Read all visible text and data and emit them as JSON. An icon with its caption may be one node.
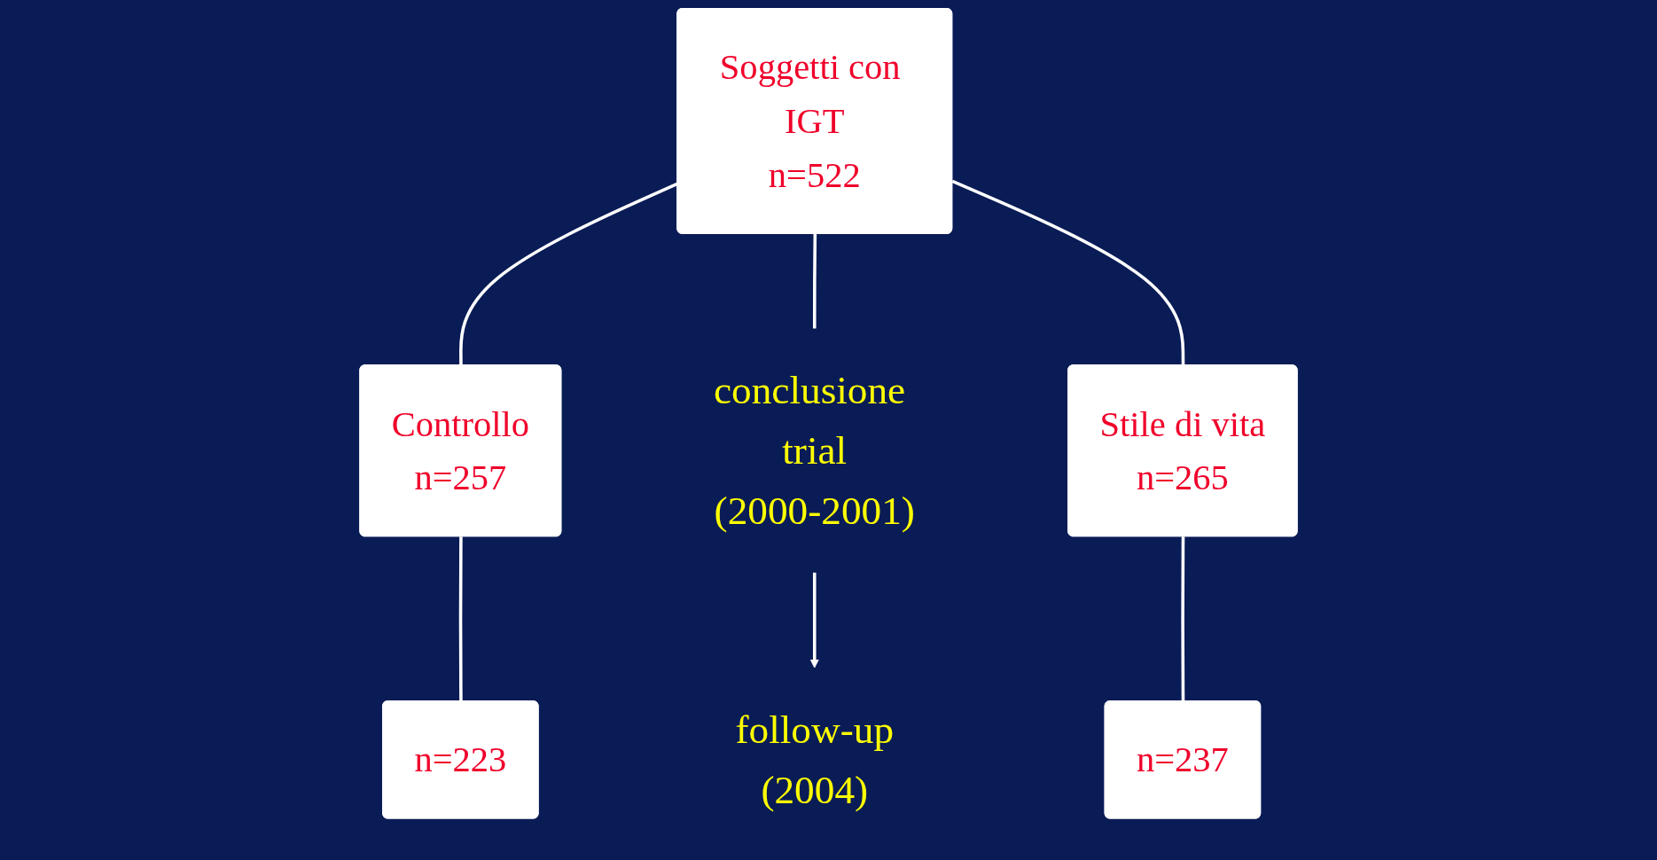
{
  "diagram": {
    "nodes": [
      {
        "text": [
          "Soggetti con IGT",
          "n=522"
        ]
      },
      {
        "text": [
          "Controllo",
          "n=257"
        ]
      },
      {
        "text": [
          "conclusione trial",
          "(2000-2001)"
        ]
      },
      {
        "text": [
          "follow-up",
          "(2004)"
        ]
      },
      {
        "text": [
          "Stile di vita",
          "n=265"
        ]
      },
      {
        "text": [
          "n=223"
        ]
      },
      {
        "text": [
          "n=237"
        ]
      }
    ],
    "edges": [
      {
        "from": 0,
        "to": 1,
        "arrow": "none"
      },
      {
        "from": 0,
        "to": 2,
        "arrow": "none"
      },
      {
        "from": 0,
        "to": 4,
        "arrow": "none"
      },
      {
        "from": 1,
        "to": 5,
        "arrow": "none"
      },
      {
        "from": 2,
        "to": 3,
        "arrow": "to"
      },
      {
        "from": 4,
        "to": 6,
        "arrow": "none"
      }
    ]
  }
}
